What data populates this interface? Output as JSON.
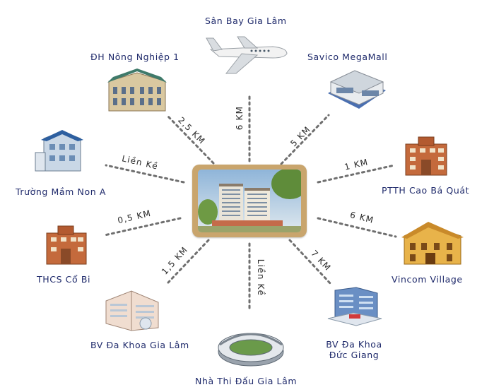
{
  "center": {
    "icon": "apartment-complex-photo"
  },
  "destinations": [
    {
      "id": "san-bay",
      "name": "Sân Bay Gia Lâm",
      "distance": "6 KM",
      "icon": "airplane-icon"
    },
    {
      "id": "savico",
      "name": "Savico MegaMall",
      "distance": "5 KM",
      "icon": "shopping-mall-icon"
    },
    {
      "id": "ptth",
      "name": "PTTH Cao Bá Quát",
      "distance": "1 KM",
      "icon": "school-building-icon"
    },
    {
      "id": "vincom",
      "name": "Vincom Village",
      "distance": "6 KM",
      "icon": "villa-icon"
    },
    {
      "id": "bv-duc-giang",
      "name_line1": "BV Đa Khoa",
      "name_line2": "Đức Giang",
      "distance": "7 KM",
      "icon": "hospital-icon"
    },
    {
      "id": "nha-thi-dau",
      "name": "Nhà Thi Đấu Gia Lâm",
      "distance": "Liền Kề",
      "icon": "stadium-icon"
    },
    {
      "id": "bv-gia-lam",
      "name": "BV Đa Khoa Gia Lâm",
      "distance": "1,5 KM",
      "icon": "hospital-icon"
    },
    {
      "id": "thcs",
      "name": "THCS Cổ Bi",
      "distance": "0,5 KM",
      "icon": "school-building-icon"
    },
    {
      "id": "mam-non",
      "name": "Trường Mầm Non A",
      "distance": "Liền Kề",
      "icon": "kindergarten-icon"
    },
    {
      "id": "dh-nong-nghiep",
      "name": "ĐH Nông Nghiệp 1",
      "distance": "2,5 KM",
      "icon": "university-icon"
    }
  ]
}
